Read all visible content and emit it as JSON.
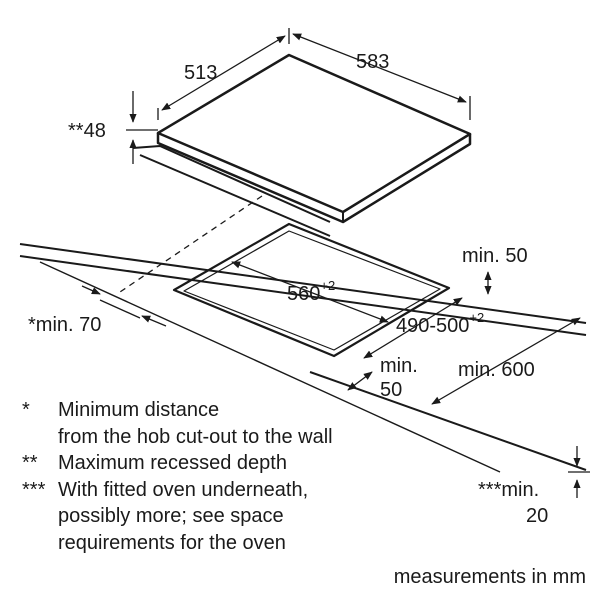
{
  "dims": {
    "hob_depth": "513",
    "hob_width": "583",
    "recess_depth": "**48",
    "cutout_width_base": "560",
    "cutout_width_tol": "+2",
    "cutout_depth_base": "490-500",
    "cutout_depth_tol": "+2",
    "wall_distance": "*min. 70",
    "back_edge": "min. 50",
    "front_edge_line1": "min.",
    "front_edge_line2": "50",
    "worktop_depth": "min. 600",
    "oven_gap_line1": "***min.",
    "oven_gap_line2": "20"
  },
  "legend": [
    {
      "mark": "*",
      "lines": [
        "Minimum distance",
        "from the hob cut-out to the wall"
      ]
    },
    {
      "mark": "**",
      "lines": [
        "Maximum recessed depth"
      ]
    },
    {
      "mark": "***",
      "lines": [
        "With fitted oven underneath,",
        "possibly more; see space",
        "requirements for the oven"
      ]
    }
  ],
  "units_note": "measurements in mm",
  "colors": {
    "ink": "#1a1a1a",
    "background": "#ffffff"
  }
}
